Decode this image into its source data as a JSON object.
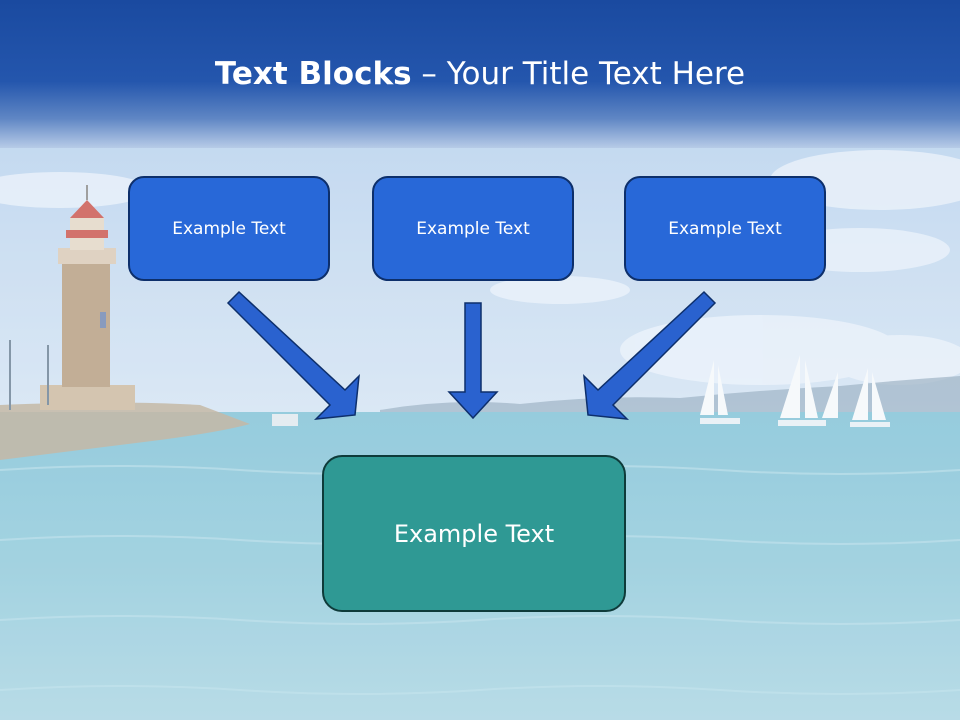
{
  "title": {
    "bold": "Text Blocks",
    "dash": "–",
    "rest": "Your Title Text Here"
  },
  "blocks": [
    {
      "label": "Example Text"
    },
    {
      "label": "Example Text"
    },
    {
      "label": "Example Text"
    }
  ],
  "target": {
    "label": "Example Text"
  },
  "colors": {
    "header": "#1a4aa0",
    "block": "#2868d8",
    "target": "#2f9994",
    "arrow": "#2a62cf"
  }
}
